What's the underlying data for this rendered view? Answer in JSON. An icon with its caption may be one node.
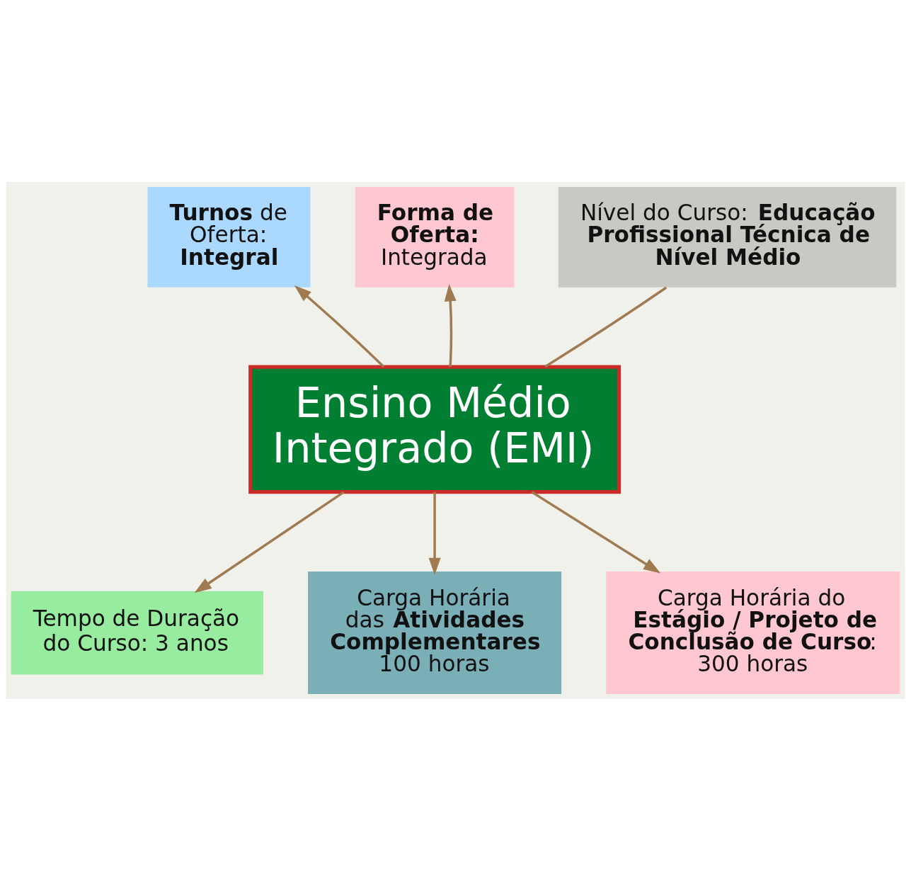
{
  "diagram": {
    "nodes": [
      {
        "text": [
          "Ensino Médio Integrado (EMI)"
        ]
      },
      {
        "text": [
          "**Turnos** de Oferta: **Integral**"
        ]
      },
      {
        "text": [
          "**Forma de Oferta:** Integrada"
        ]
      },
      {
        "text": [
          "Nível do Curso: **Educação Profissional Técnica de Nível Médio**"
        ]
      },
      {
        "text": [
          "Tempo de Duração do Curso: 3 anos"
        ]
      },
      {
        "text": [
          "Carga Horária das **Atividades Complementares** 100 horas"
        ]
      },
      {
        "text": [
          "Carga Horária do **Estágio / Projeto de Conclusão de Curso**: 300 horas"
        ]
      }
    ],
    "edges": [
      {
        "from": 0,
        "to": 1,
        "arrow": "to"
      },
      {
        "from": 0,
        "to": 2,
        "arrow": "to"
      },
      {
        "from": 0,
        "to": 3,
        "arrow": "none"
      },
      {
        "from": 0,
        "to": 4,
        "arrow": "to"
      },
      {
        "from": 0,
        "to": 5,
        "arrow": "to"
      },
      {
        "from": 0,
        "to": 6,
        "arrow": "to"
      }
    ]
  }
}
